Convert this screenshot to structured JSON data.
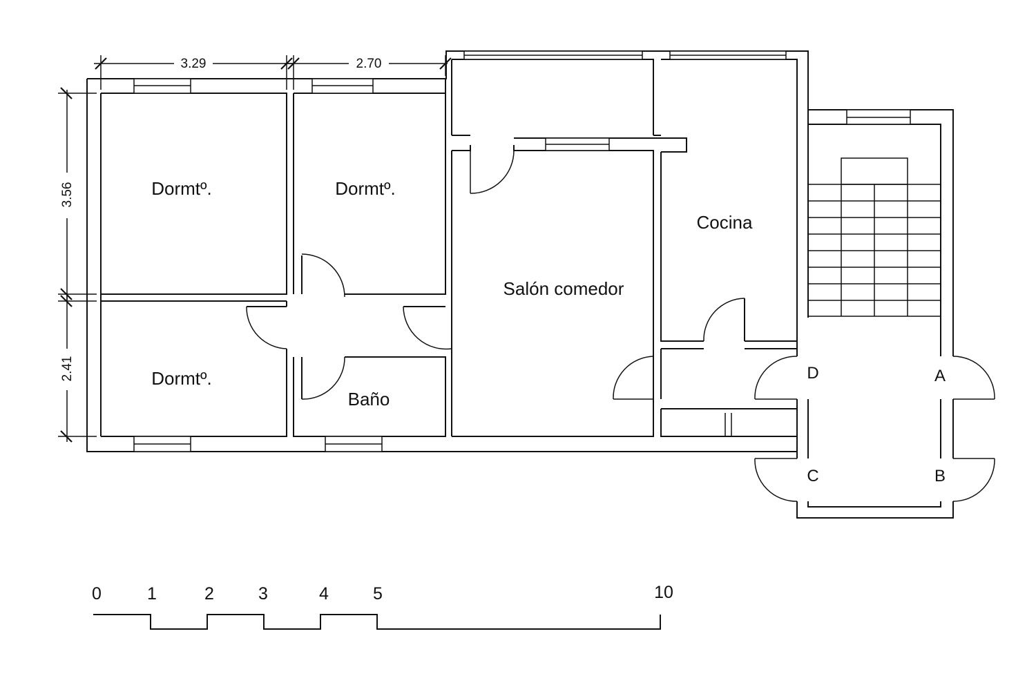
{
  "rooms": {
    "dormitorio_1": "Dormtº.",
    "dormitorio_2": "Dormtº.",
    "dormitorio_3": "Dormtº.",
    "cocina": "Cocina",
    "salon_comedor": "Salón comedor",
    "bano": "Baño"
  },
  "dimensions": {
    "top_left": "3.29",
    "top_right": "2.70",
    "left_upper": "3.56",
    "left_lower": "2.41"
  },
  "units": {
    "a": "A",
    "b": "B",
    "c": "C",
    "d": "D"
  },
  "scale_bar": {
    "labels": [
      "0",
      "1",
      "2",
      "3",
      "4",
      "5",
      "10"
    ]
  },
  "colors": {
    "line": "#111111",
    "background": "#ffffff"
  }
}
